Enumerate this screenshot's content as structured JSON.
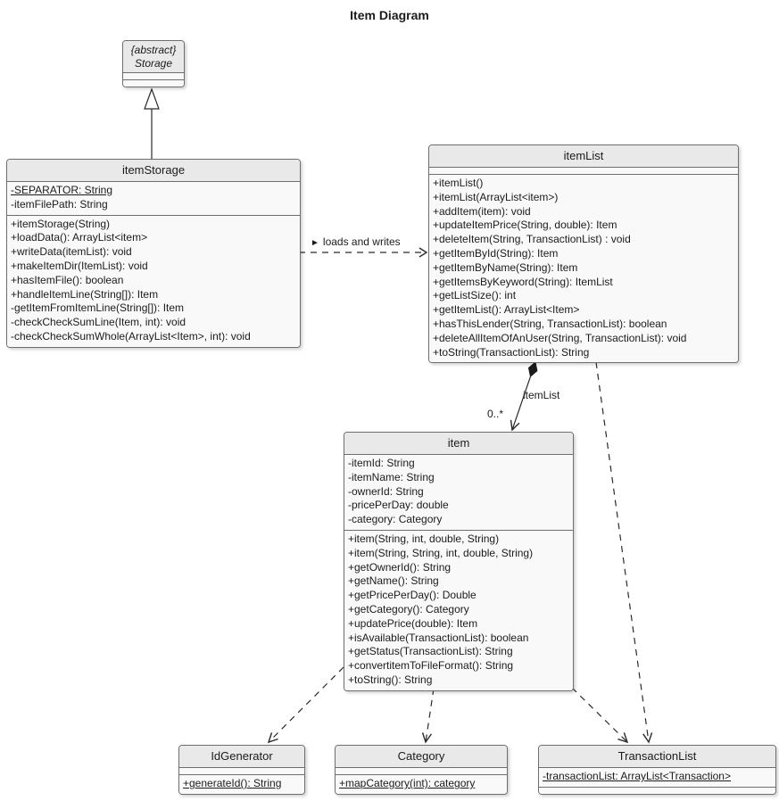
{
  "diagram": {
    "title": "Item Diagram"
  },
  "colors": {
    "background": "#ffffff",
    "class_header": "#e9e9e9",
    "class_body": "#f7f7f7",
    "border": "#6e6e6e",
    "line": "#2a2a2a"
  },
  "classes": {
    "storage": {
      "stereotype": "{abstract}",
      "name": "Storage",
      "attributes": [],
      "methods": []
    },
    "item_storage": {
      "name": "itemStorage",
      "attributes": [
        {
          "text": "-SEPARATOR: String",
          "static": true
        },
        {
          "text": "-itemFilePath: String"
        }
      ],
      "methods": [
        {
          "text": "+itemStorage(String)"
        },
        {
          "text": "+loadData(): ArrayList<item>"
        },
        {
          "text": "+writeData(itemList): void"
        },
        {
          "text": "+makeItemDir(ItemList): void"
        },
        {
          "text": "+hasItemFile(): boolean"
        },
        {
          "text": "+handleItemLine(String[]): Item"
        },
        {
          "text": "-getItemFromItemLine(String[]): Item"
        },
        {
          "text": "-checkCheckSumLine(Item, int): void"
        },
        {
          "text": "-checkCheckSumWhole(ArrayList<Item>, int): void"
        }
      ]
    },
    "item_list": {
      "name": "itemList",
      "attributes": [],
      "methods": [
        {
          "text": "+itemList()"
        },
        {
          "text": "+itemList(ArrayList<item>)"
        },
        {
          "text": "+addItem(item): void"
        },
        {
          "text": "+updateItemPrice(String, double): Item"
        },
        {
          "text": "+deleteItem(String, TransactionList) : void"
        },
        {
          "text": "+getItemById(String): Item"
        },
        {
          "text": "+getItemByName(String): Item"
        },
        {
          "text": "+getItemsByKeyword(String): ItemList"
        },
        {
          "text": "+getListSize(): int"
        },
        {
          "text": "+getItemList(): ArrayList<Item>"
        },
        {
          "text": "+hasThisLender(String, TransactionList): boolean"
        },
        {
          "text": "+deleteAllItemOfAnUser(String, TransactionList): void"
        },
        {
          "text": "+toString(TransactionList): String"
        }
      ]
    },
    "item": {
      "name": "item",
      "attributes": [
        {
          "text": "-itemId: String"
        },
        {
          "text": "-itemName: String"
        },
        {
          "text": "-ownerId: String"
        },
        {
          "text": "-pricePerDay: double"
        },
        {
          "text": "-category: Category"
        }
      ],
      "methods": [
        {
          "text": "+item(String, int, double, String)"
        },
        {
          "text": "+item(String, String, int, double, String)"
        },
        {
          "text": "+getOwnerId(): String"
        },
        {
          "text": "+getName(): String"
        },
        {
          "text": "+getPricePerDay(): Double"
        },
        {
          "text": "+getCategory(): Category"
        },
        {
          "text": "+updatePrice(double): Item"
        },
        {
          "text": "+isAvailable(TransactionList): boolean"
        },
        {
          "text": "+getStatus(TransactionList): String"
        },
        {
          "text": "+convertitemToFileFormat(): String"
        },
        {
          "text": "+toString(): String"
        }
      ]
    },
    "id_generator": {
      "name": "IdGenerator",
      "attributes": [],
      "methods": [
        {
          "text": "+generateId(): String",
          "static": true
        }
      ]
    },
    "category": {
      "name": "Category",
      "attributes": [],
      "methods": [
        {
          "text": "+mapCategory(int): category",
          "static": true
        }
      ]
    },
    "transaction_list": {
      "name": "TransactionList",
      "attributes": [
        {
          "text": "-transactionList: ArrayList<Transaction>",
          "static": true
        }
      ],
      "methods": []
    }
  },
  "edges": {
    "loads_and_writes": {
      "glyph": "►",
      "label": "loads and writes"
    },
    "item_list_association": {
      "name_label": "itemList",
      "multiplicity": "0..*"
    }
  }
}
